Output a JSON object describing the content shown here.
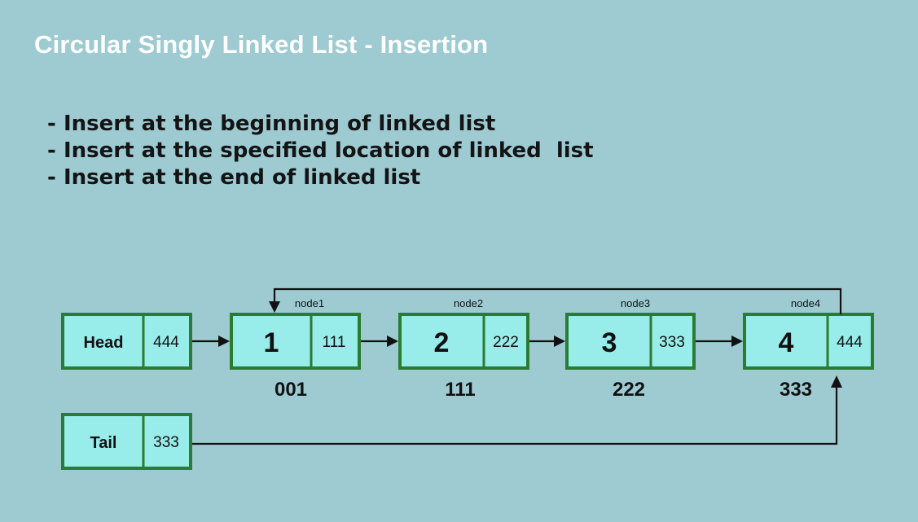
{
  "title": "Circular Singly Linked List - Insertion",
  "bullets": [
    "Insert at the beginning of linked list",
    "Insert at the specified location of linked  list",
    "Insert at the end of linked list"
  ],
  "head": {
    "label": "Head",
    "pointer": "444"
  },
  "tail": {
    "label": "Tail",
    "pointer": "333"
  },
  "nodes": [
    {
      "name": "node1",
      "value": "1",
      "next": "111",
      "address": "001"
    },
    {
      "name": "node2",
      "value": "2",
      "next": "222",
      "address": "111"
    },
    {
      "name": "node3",
      "value": "3",
      "next": "333",
      "address": "222"
    },
    {
      "name": "node4",
      "value": "4",
      "next": "444",
      "address": "333"
    }
  ],
  "colors": {
    "background": "#9ecbd2",
    "box_fill": "#98ecea",
    "box_border": "#2a7c2e",
    "title": "#ffffff"
  }
}
